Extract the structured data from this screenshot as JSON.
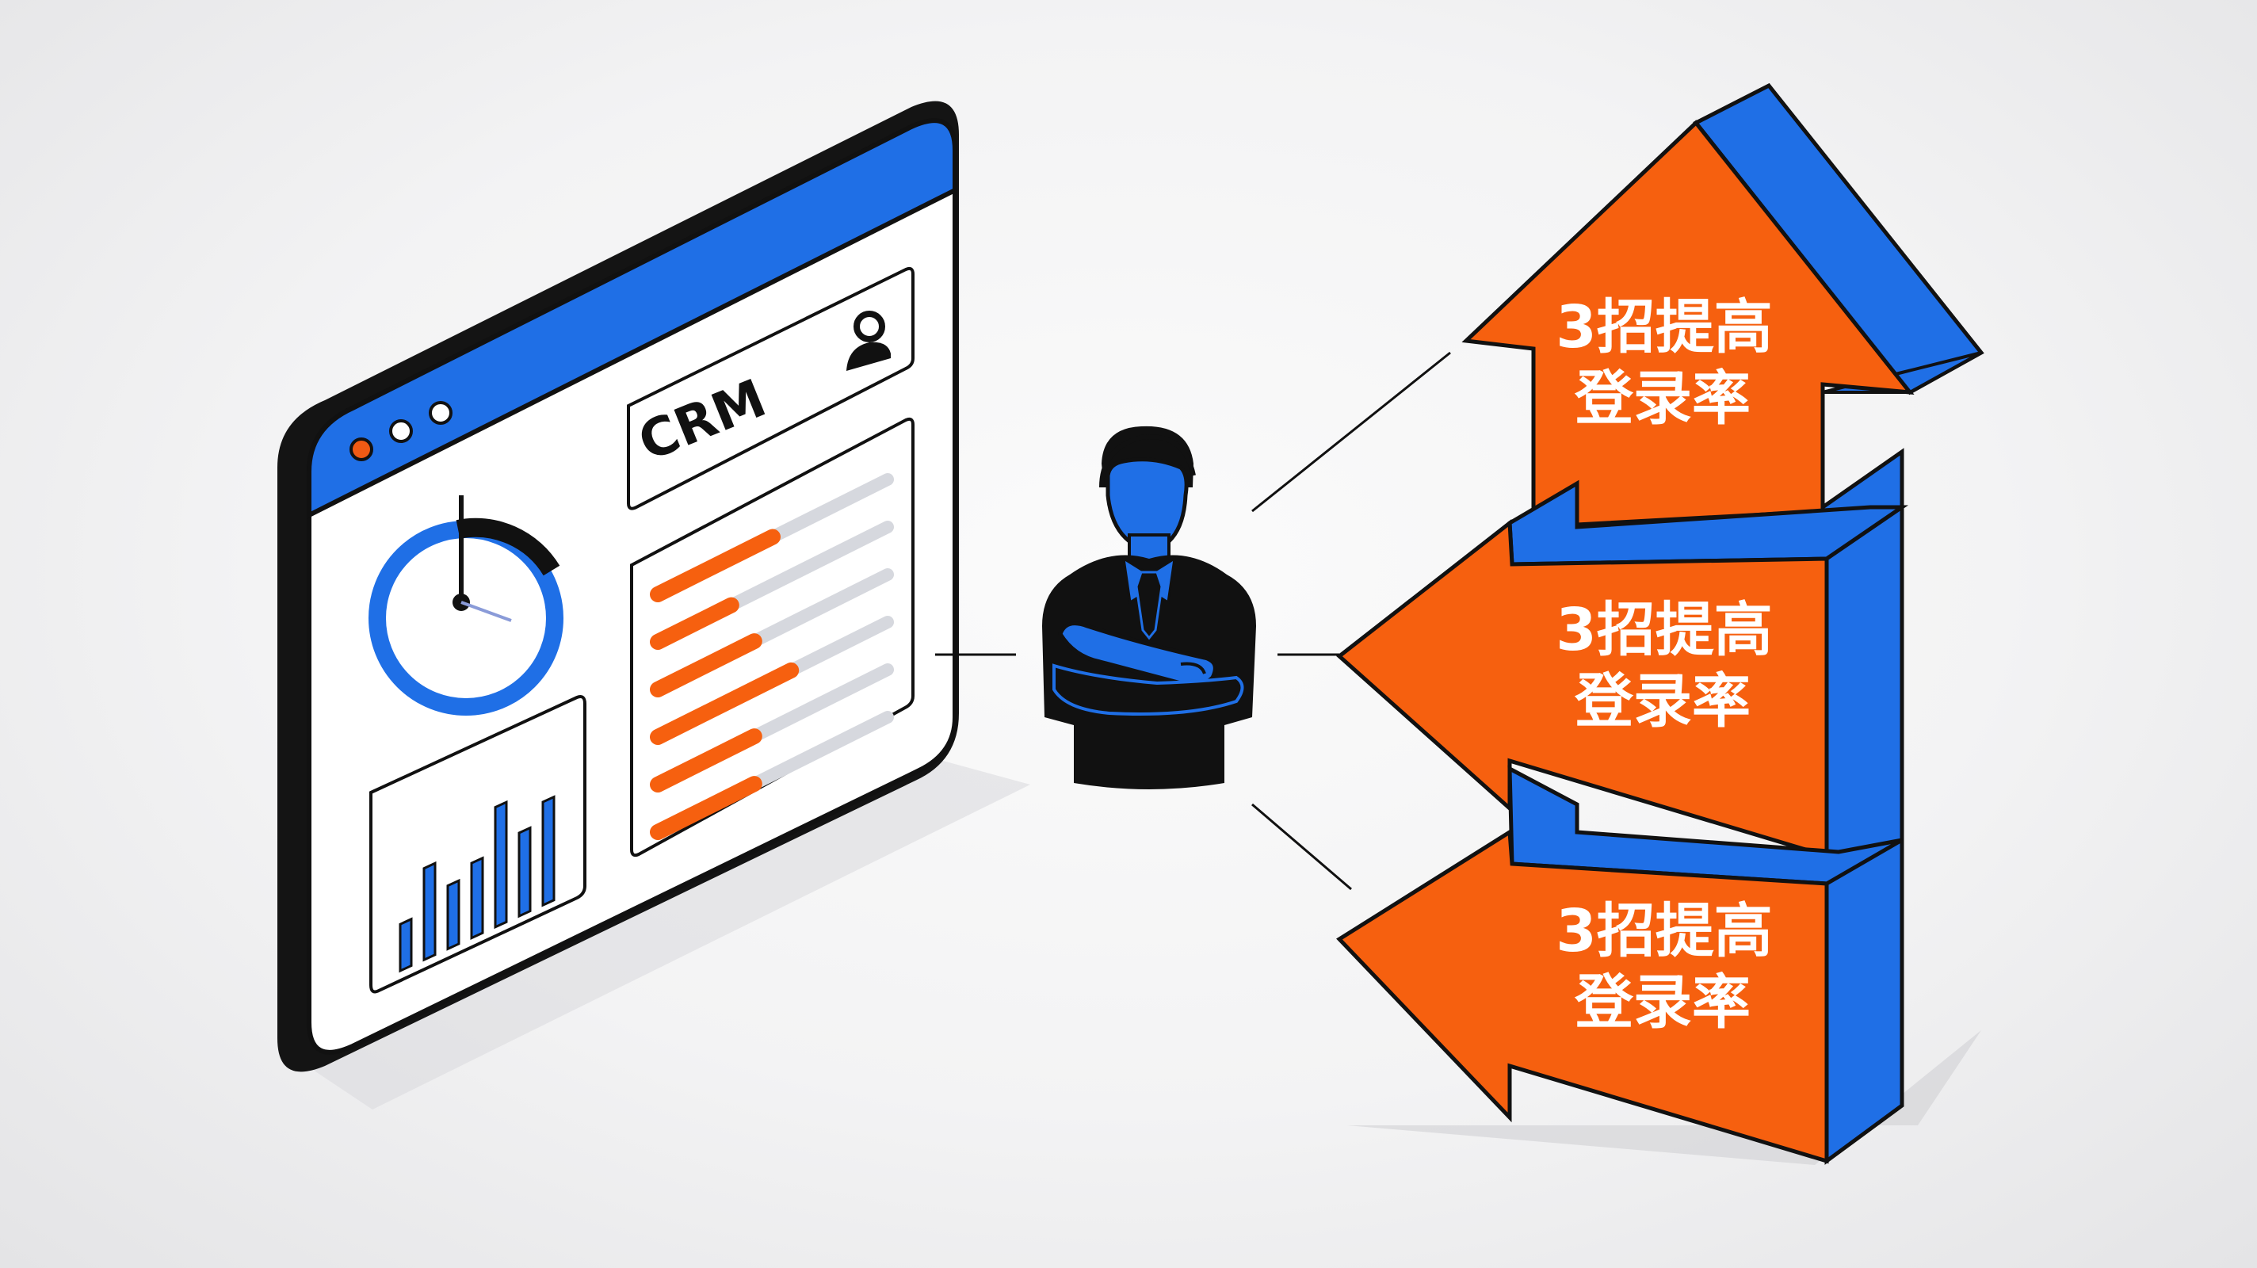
{
  "crm_window": {
    "header_label": "CRM",
    "dot_colors": [
      "#f05a14",
      "#ffffff",
      "#ffffff"
    ],
    "bar_values": [
      0.28,
      0.55,
      0.38,
      0.45,
      0.72,
      0.5,
      0.62
    ],
    "list_progress": [
      0.5,
      0.32,
      0.42,
      0.58,
      0.42,
      0.42
    ]
  },
  "person": {
    "icon": "businessman-arms-crossed-icon"
  },
  "arrows": [
    {
      "line1": "3招提高",
      "line2": "登录率",
      "direction": "up"
    },
    {
      "line1": "3招提高",
      "line2": "登录率",
      "direction": "left"
    },
    {
      "line1": "3招提高",
      "line2": "登录率",
      "direction": "left"
    }
  ],
  "colors": {
    "accent_blue": "#1f6fe6",
    "accent_orange": "#f6600f",
    "outline": "#111111",
    "panel": "#ffffff",
    "track_gray": "#d6d8de"
  }
}
